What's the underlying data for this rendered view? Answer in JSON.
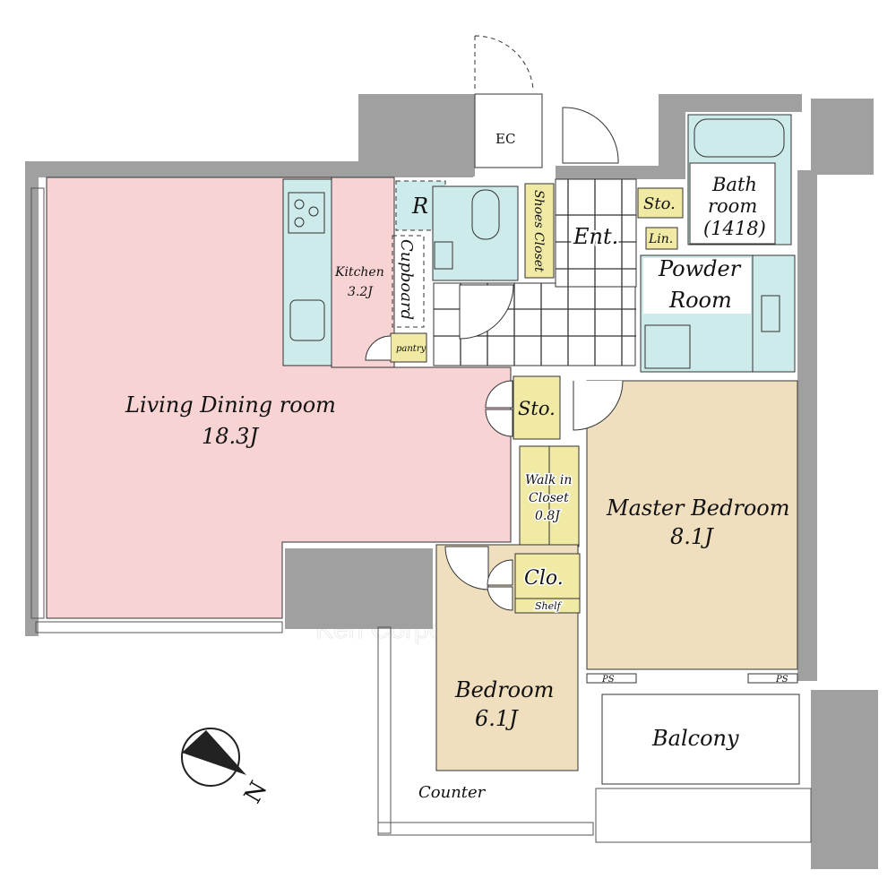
{
  "rooms": {
    "living": {
      "name": "Living Dining room",
      "size": "18.3J"
    },
    "kitchen": {
      "name": "Kitchen",
      "size": "3.2J"
    },
    "cupboard": "Cupboard",
    "refrigerator": "R",
    "pantry": "pantry",
    "ec": "EC",
    "shoes_closet": "Shoes Closet",
    "entrance": "Ent.",
    "storage_entrance": "Sto.",
    "linen": "Lin.",
    "bathroom": {
      "line1": "Bath",
      "line2": "room",
      "line3": "(1418)"
    },
    "powder_room": {
      "line1": "Powder",
      "line2": "Room"
    },
    "storage_hall": "Sto.",
    "walk_in_closet": {
      "line1": "Walk in",
      "line2": "Closet",
      "size": "0.8J"
    },
    "master_bedroom": {
      "name": "Master Bedroom",
      "size": "8.1J"
    },
    "closet": "Clo.",
    "shelf": "Shelf",
    "bedroom": {
      "name": "Bedroom",
      "size": "6.1J"
    },
    "balcony": "Balcony",
    "counter": "Counter",
    "ps": "PS"
  },
  "compass": {
    "label": "N"
  },
  "watermark": "Ken Corporation Ltd.",
  "colors": {
    "living": "#f7d3d3",
    "bedroom": "#efdfbf",
    "wet": "#ccebea",
    "storage": "#f0eaa4",
    "wall": "#a0a0a0"
  }
}
